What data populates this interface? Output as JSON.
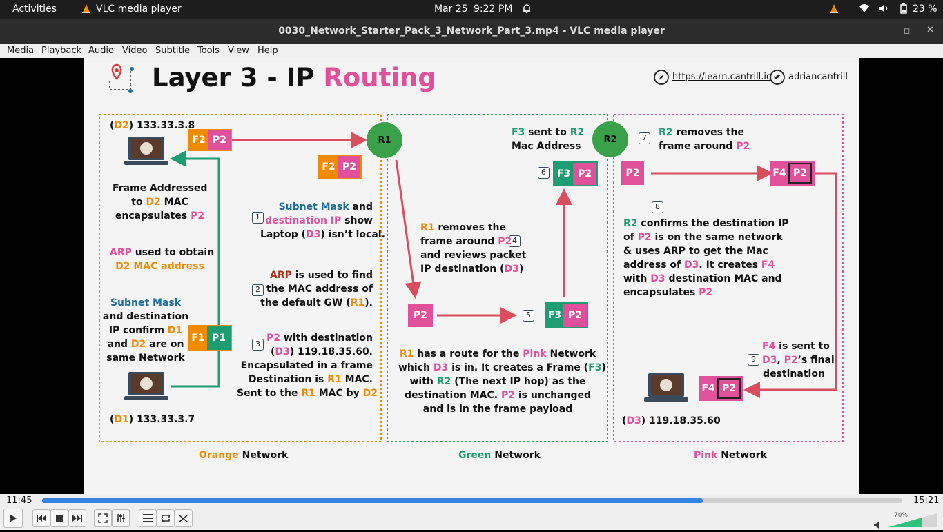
{
  "topbar": {
    "activities": "Activities",
    "app_name": "VLC media player",
    "date": "Mar 25",
    "time": "9:22 PM",
    "battery": "23 %"
  },
  "window": {
    "title": "0030_Network_Starter_Pack_3_Network_Part_3.mp4 - VLC media player"
  },
  "menu": [
    "Media",
    "Playback",
    "Audio",
    "Video",
    "Subtitle",
    "Tools",
    "View",
    "Help"
  ],
  "slide": {
    "title_a": "Layer 3 - IP ",
    "title_b": "Routing",
    "link": "https://learn.cantrill.io",
    "handle": "adriancantrill",
    "nets": {
      "orange_a": "Orange",
      "orange_b": " Network",
      "green_a": "Green",
      "green_b": " Network",
      "pink_a": "Pink",
      "pink_b": " Network"
    },
    "hosts": {
      "d2_a": "(",
      "d2_b": "D2",
      "d2_c": ") 133.33.3.8",
      "d1_a": "(",
      "d1_b": "D1",
      "d1_c": ") 133.33.3.7",
      "d3_a": "(",
      "d3_b": "D3",
      "d3_c": ") 119.18.35.60"
    },
    "routers": {
      "r1": "R1",
      "r2": "R2"
    },
    "boxes": {
      "f1": "F1",
      "f2": "F2",
      "f3": "F3",
      "f4": "F4",
      "p1": "P1",
      "p2": "P2"
    },
    "steps": [
      "1",
      "2",
      "3",
      "4",
      "5",
      "6",
      "7",
      "8",
      "9"
    ],
    "text": {
      "frame_addr_1": "Frame Addressed",
      "frame_addr_2a": "to ",
      "frame_addr_2b": "D2",
      "frame_addr_2c": " MAC",
      "frame_addr_3a": "encapsulates ",
      "frame_addr_3b": "P2",
      "arp1_a": "ARP",
      "arp1_b": " used to obtain",
      "arp1_c": "D2 MAC address",
      "sm1_a": "Subnet Mask",
      "sm1_b": "and destination",
      "sm1_c": "IP confirm ",
      "sm1_d": "D1",
      "sm1_e": "and ",
      "sm1_f": "D2",
      "sm1_g": " are on",
      "sm1_h": "same Network",
      "s1_a": "Subnet Mask",
      "s1_b": " and",
      "s1_c": "destination IP",
      "s1_d": " show",
      "s1_e": "Laptop (",
      "s1_f": "D3",
      "s1_g": ") isn’t local.",
      "s2_a": "ARP",
      "s2_b": " is used to find",
      "s2_c": "the MAC address of",
      "s2_d": "the default GW (",
      "s2_e": "R1",
      "s2_f": ").",
      "s3_a": "P2",
      "s3_b": " with destination",
      "s3_c": "(",
      "s3_d": "D3",
      "s3_e": ") 119.18.35.60.",
      "s3_f": "Encapsulated in a frame",
      "s3_g": "Destination is ",
      "s3_h": "R1",
      "s3_i": " MAC.",
      "s3_j": "Sent to the ",
      "s3_k": "R1",
      "s3_l": " MAC by ",
      "s3_m": "D2",
      "s4_a": "R1",
      "s4_b": " removes the",
      "s4_c": "frame around ",
      "s4_d": "P2",
      "s4_e": "and reviews packet",
      "s4_f": "IP destination (",
      "s4_g": "D3",
      "s4_h": ")",
      "f3_a": "F3",
      "f3_b": " sent to ",
      "f3_c": "R2",
      "f3_d": "Mac Address",
      "r1r_a": "R1",
      "r1r_b": " has a route for the ",
      "r1r_c": "Pink",
      "r1r_d": " Network",
      "r1r_e": "which ",
      "r1r_f": "D3",
      "r1r_g": " is in. It creates a Frame (",
      "r1r_h": "F3",
      "r1r_i": ")",
      "r1r_j": "with ",
      "r1r_k": "R2",
      "r1r_l": " (The next IP hop) as the",
      "r1r_m": "destination MAC. ",
      "r1r_n": "P2",
      "r1r_o": " is unchanged",
      "r1r_p": "and is in the frame payload",
      "s7_a": "R2",
      "s7_b": " removes the",
      "s7_c": "frame around ",
      "s7_d": "P2",
      "s8_a": "R2",
      "s8_b": " confirms the destination IP",
      "s8_c": "of ",
      "s8_d": "P2",
      "s8_e": " is on the same network",
      "s8_f": "& uses ARP to get the Mac",
      "s8_g": "address of ",
      "s8_h": "D3",
      "s8_i": ". It creates ",
      "s8_j": "F4",
      "s8_k": "with ",
      "s8_l": "D3",
      "s8_m": " destination MAC and",
      "s8_n": "encapsulates ",
      "s8_o": "P2",
      "s9_a": "F4",
      "s9_b": " is sent to",
      "s9_c": "D3",
      "s9_d": ", ",
      "s9_e": "P2",
      "s9_f": "’s final",
      "s9_g": "destination"
    }
  },
  "player": {
    "elapsed": "11:45",
    "total": "15:21",
    "progress": 0.768,
    "volume": "70%",
    "volume_level": 0.7
  }
}
